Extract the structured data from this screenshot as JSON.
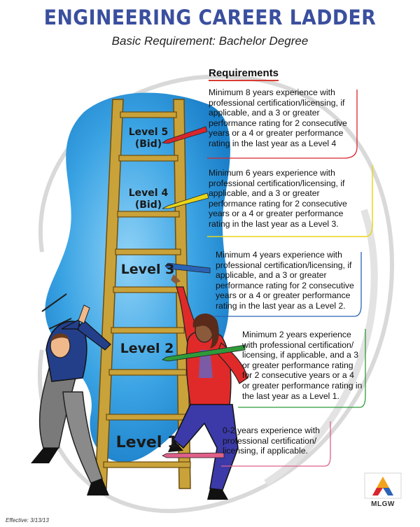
{
  "header": {
    "title": "ENGINEERING CAREER LADDER",
    "subtitle": "Basic Requirement: Bachelor Degree"
  },
  "requirements_heading": "Requirements",
  "levels": [
    {
      "label": "Level 5",
      "sub": "(Bid)",
      "color": "#d8262e",
      "requirement": "Minimum 8 years experience with professional certification/licensing, if applicable, and a 3 or greater performance rating for 2 consecutive years or a 4 or greater performance rating in the last year as a Level 4"
    },
    {
      "label": "Level 4",
      "sub": "(Bid)",
      "color": "#e8d51a",
      "requirement": "Minimum 6 years experience with professional certification/licensing, if applicable, and a 3 or greater performance rating for 2 consecutive years or a 4 or greater performance rating in the last year as a Level 3."
    },
    {
      "label": "Level 3",
      "sub": "",
      "color": "#2b63b5",
      "requirement": "Minimum 4 years experience with professional certification/licensing, if applicable, and a 3 or greater performance rating for 2 consecutive years or a 4 or greater performance rating in the last year as a Level 2."
    },
    {
      "label": "Level 2",
      "sub": "",
      "color": "#2f9a3a",
      "requirement": "Minimum 2 years experience with professional certification/ licensing, if applicable, and a 3 or greater performance rating for 2 consecutive years or a 4 or greater performance rating in the last year as a Level 1."
    },
    {
      "label": "Level 1",
      "sub": "",
      "color": "#e0608a",
      "requirement": "0-2 years experience with professional certification/ licensing, if applicable."
    }
  ],
  "footer": {
    "effective": "Effective: 3/13/13",
    "logo_text": "MLGW"
  },
  "colors": {
    "title": "#3a4f9e",
    "sky": "#3aa3e3",
    "ladder": "#c9a23a"
  }
}
